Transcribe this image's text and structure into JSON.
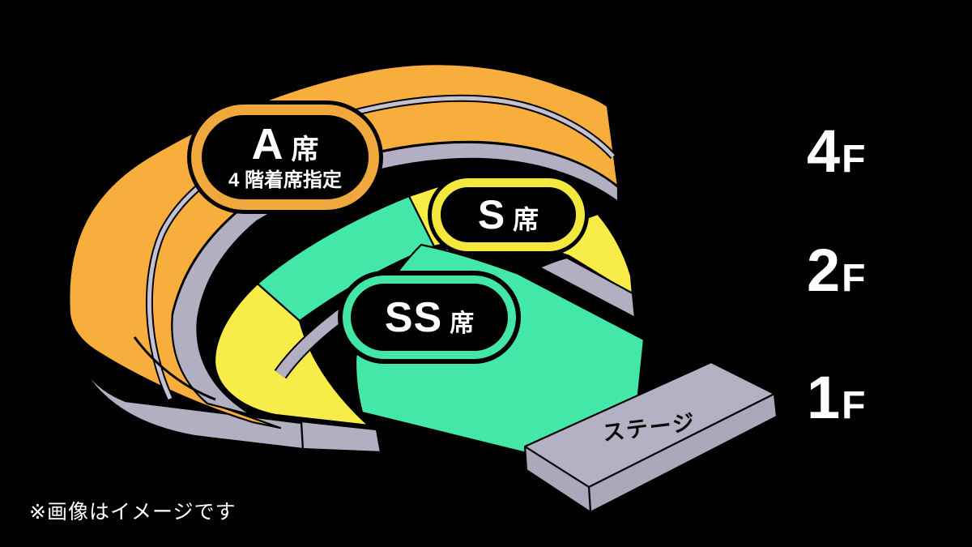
{
  "seat_map": {
    "badges": {
      "a": {
        "grade": "A",
        "seat_word": "席",
        "subtitle": "4 階着席指定"
      },
      "s": {
        "grade": "S",
        "seat_word": "席"
      },
      "ss": {
        "grade": "SS",
        "seat_word": "席"
      }
    },
    "floor_labels": {
      "f4": {
        "number": "4",
        "letter": "F"
      },
      "f2": {
        "number": "2",
        "letter": "F"
      },
      "f1": {
        "number": "1",
        "letter": "F"
      }
    },
    "stage": {
      "label": "ステージ"
    },
    "disclaimer": "※画像はイメージです",
    "colors": {
      "a_tier_orange": "#F7AE3D",
      "s_tier_yellow": "#F8EC49",
      "ss_tier_teal": "#43E8A8",
      "structure_gray": "#B3AFC2",
      "background": "#000000"
    }
  }
}
